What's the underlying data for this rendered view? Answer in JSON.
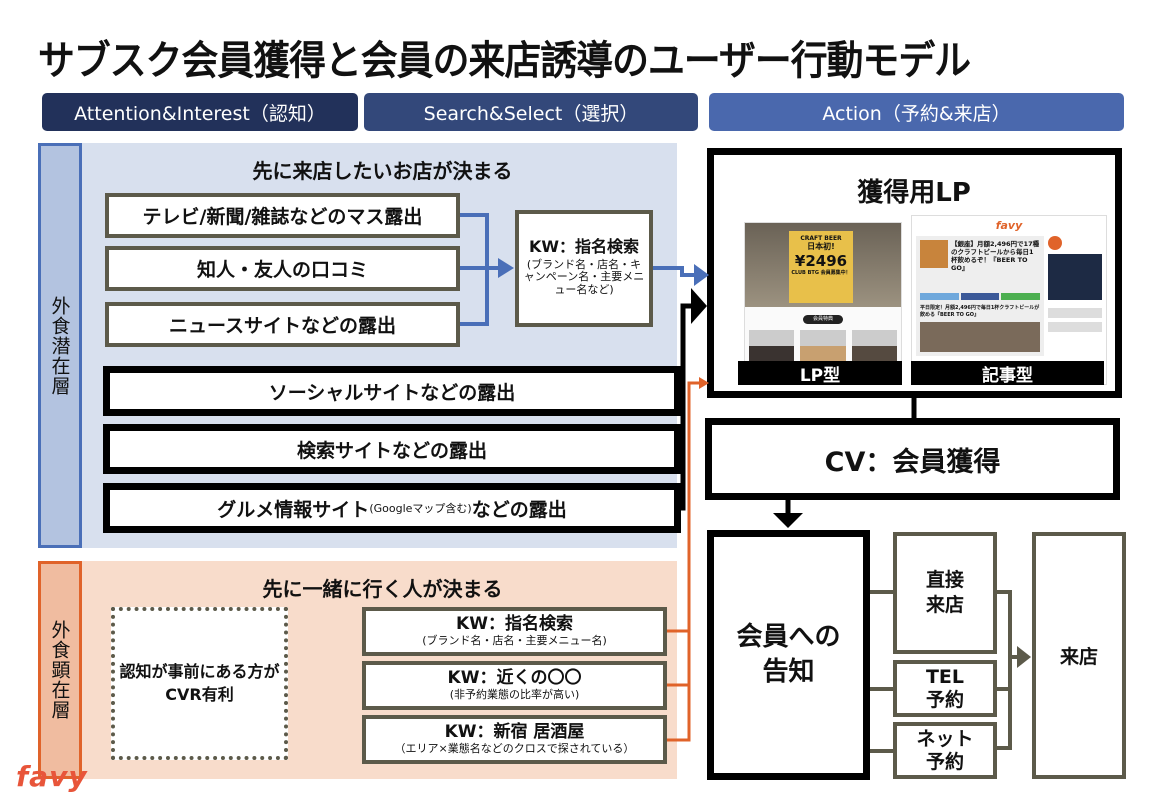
{
  "title": "サブスク会員獲得と会員の来店誘導のユーザー行動モデル",
  "phases": [
    {
      "label": "Attention&Interest（認知）",
      "color": "#22315a"
    },
    {
      "label": "Search&Select（選択）",
      "color": "#33487a"
    },
    {
      "label": "Action（予約&来店）",
      "color": "#4a68ad"
    }
  ],
  "latent": {
    "side_label": "外食潜在層",
    "heading": "先に来店したいお店が決まる",
    "exposures_group1": [
      "テレビ/新聞/雑誌などのマス露出",
      "知人・友人の口コミ",
      "ニュースサイトなどの露出"
    ],
    "exposures_group2": [
      "ソーシャルサイトなどの露出",
      "検索サイトなどの露出"
    ],
    "gourmet": {
      "main": "グルメ情報サイト",
      "note": "(Googleマップ含む)",
      "suffix": "などの露出"
    },
    "kw_box": {
      "title": "KW：指名検索",
      "note": "(ブランド名・店名・キャンペーン名・主要メニュー名など)"
    }
  },
  "manifest": {
    "side_label": "外食顕在層",
    "heading": "先に一緒に行く人が決まる",
    "dotted_note": "認知が事前にある方が\nCVR有利",
    "keywords": [
      {
        "title": "KW：指名検索",
        "note": "(ブランド名・店名・主要メニュー名)"
      },
      {
        "title": "KW：近くの〇〇",
        "note": "(非予約業態の比率が高い)"
      },
      {
        "title": "KW：新宿 居酒屋",
        "note": "（エリア×業態名などのクロスで探されている）"
      }
    ]
  },
  "lp": {
    "heading": "獲得用LP",
    "types": [
      "LP型",
      "記事型"
    ],
    "lp_shot": {
      "badge": "日本初!",
      "price": "¥2496",
      "club": "CLUB BTG 会員募集中！",
      "craft": "CRAFT BEER",
      "section": "会員特典"
    },
    "article_shot": {
      "logo": "favy",
      "headline": "【銀座】月額2,496円で17種のクラフトビールから毎日1杯飲めるぞ！『BEER TO GO』",
      "sub": "平日限定！月額2,496円で毎日1杯クラフトビールが飲める『BEER TO GO』"
    }
  },
  "cv": "CV：会員獲得",
  "notify": "会員への\n告知",
  "routes": [
    "直接\n来店",
    "TEL\n予約",
    "ネット\n予約"
  ],
  "visit": "来店",
  "logo": "favy",
  "colors": {
    "blue_arrow": "#4a6fb8",
    "orange": "#e0632a",
    "olive": "#5c5a4a",
    "blue_band": "#d8e0ee",
    "orange_band": "#f8dccb"
  }
}
